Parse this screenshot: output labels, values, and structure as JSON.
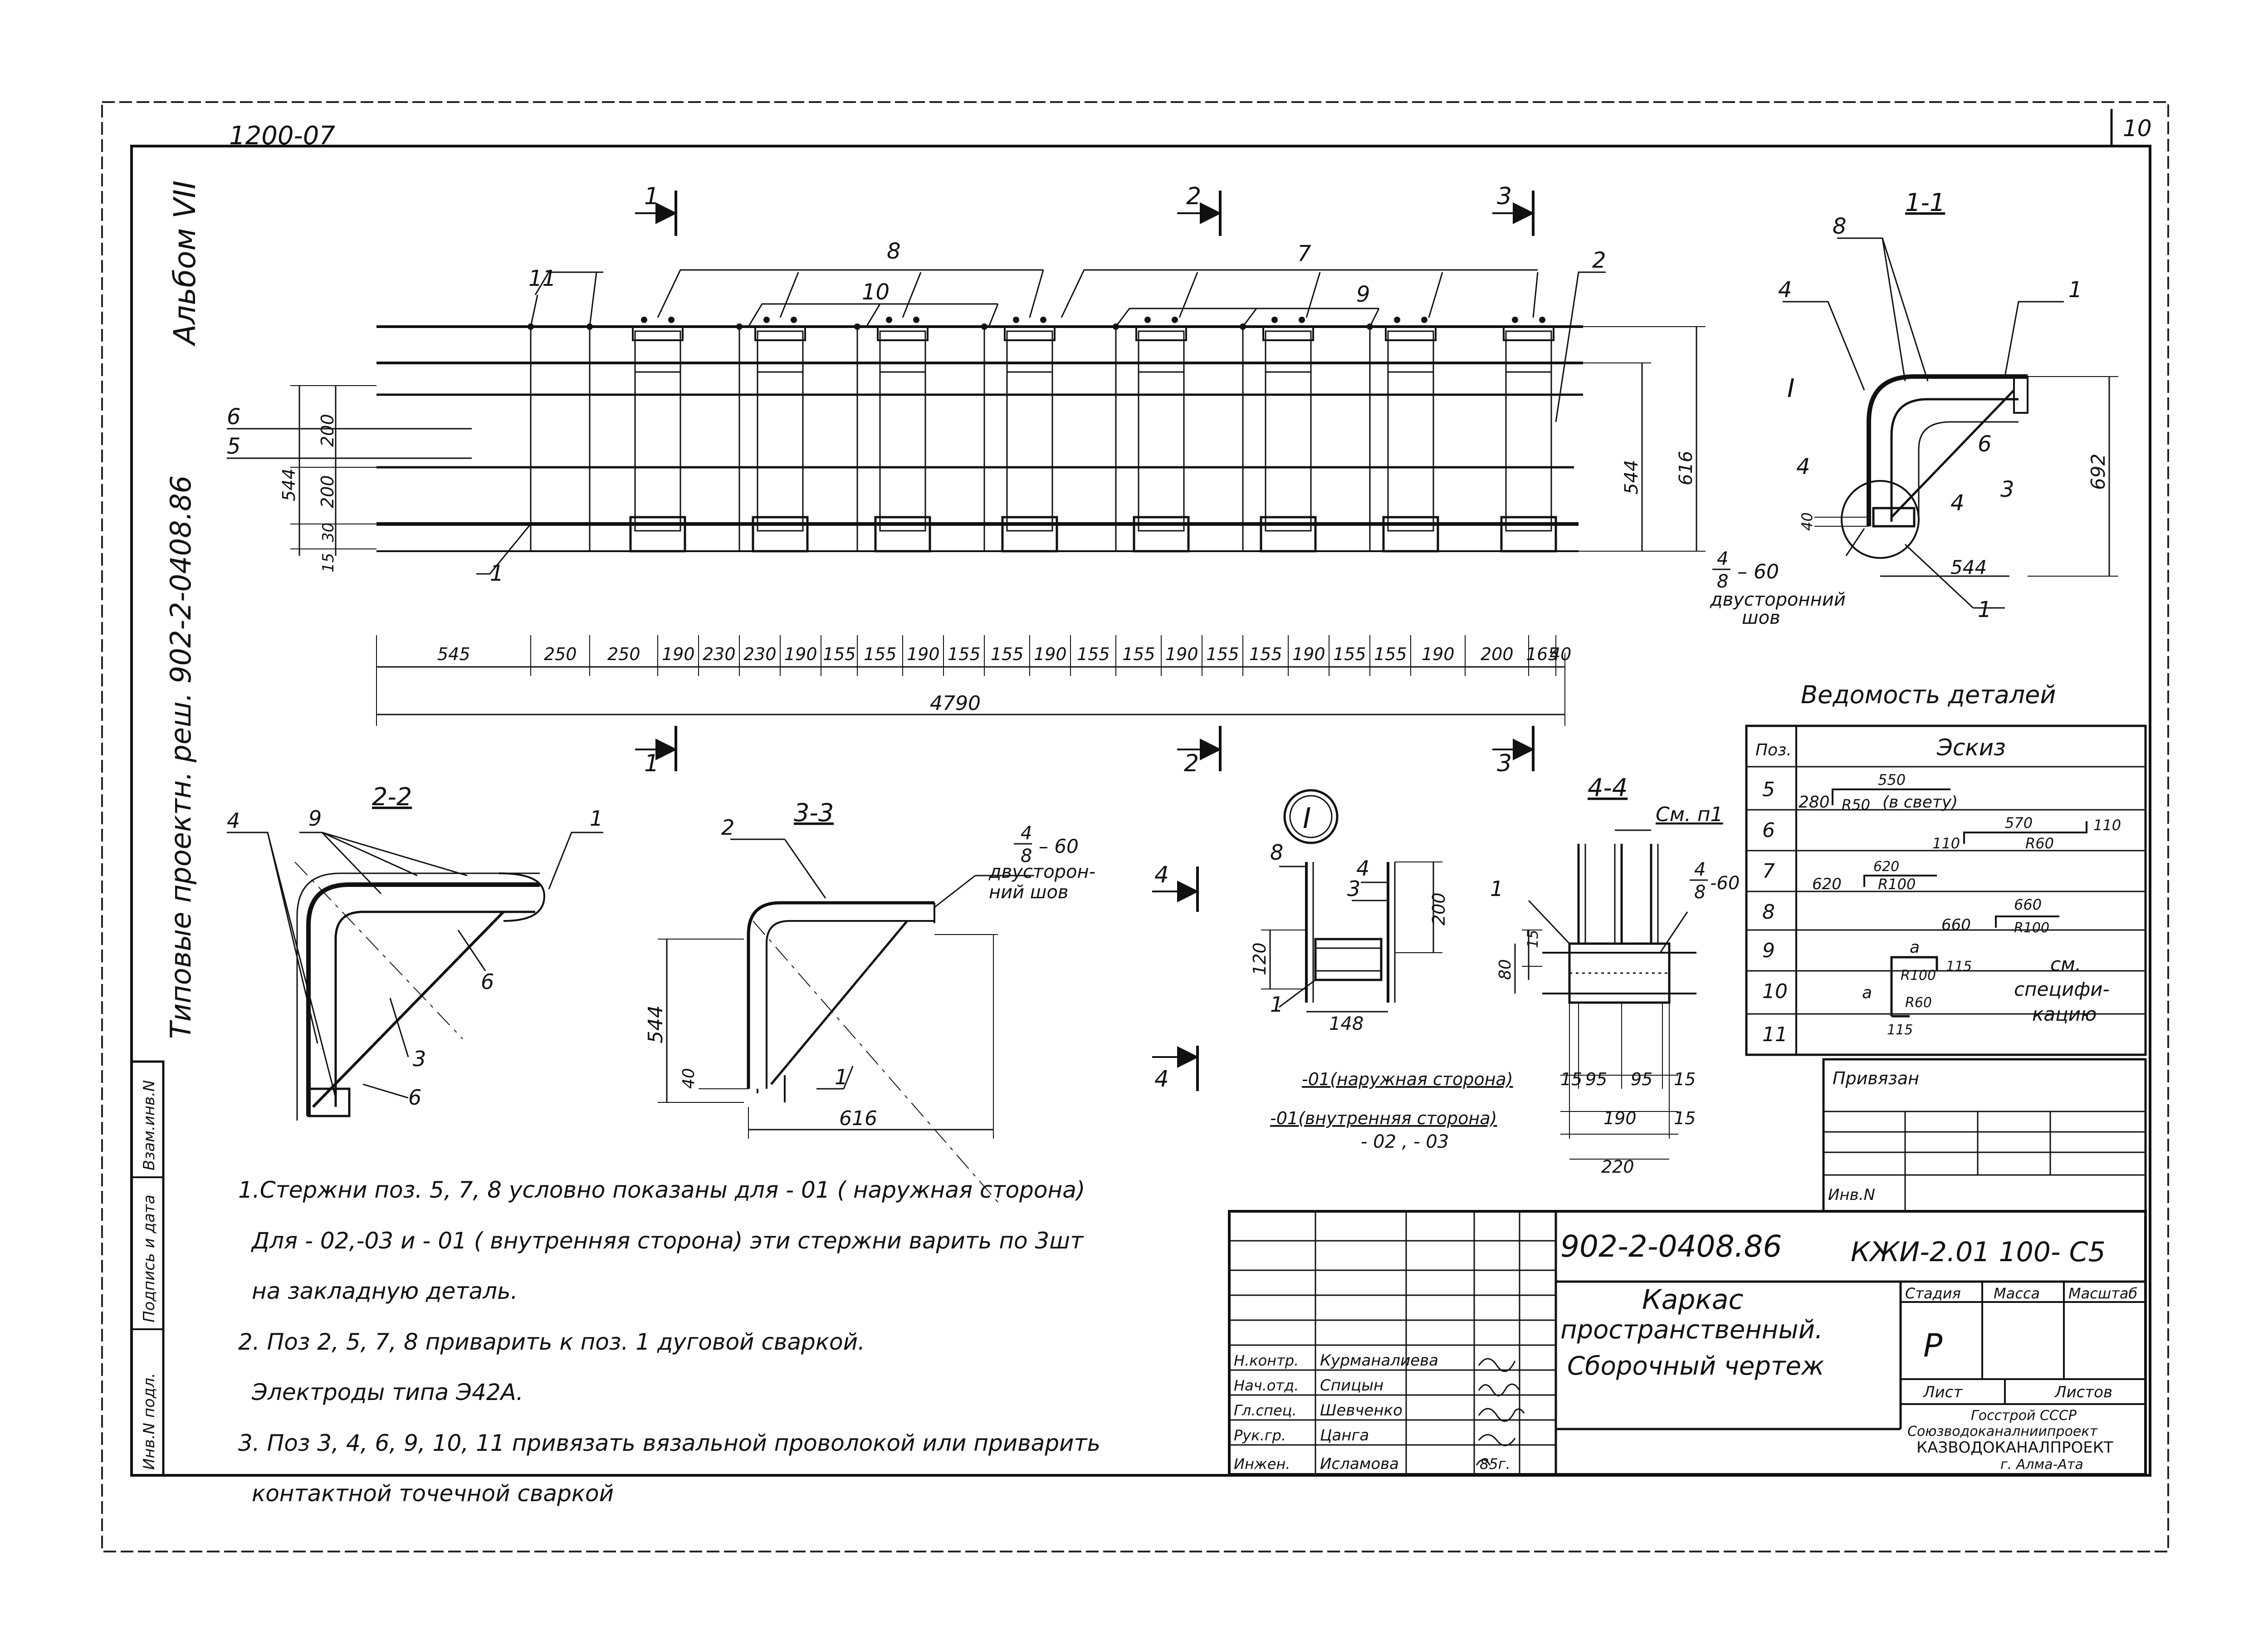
{
  "header": {
    "project_code": "1200-07",
    "sheet_number": "10",
    "side_title": "Типовые проектн. реш. 902-2-0408.86",
    "album": "Альбом VII"
  },
  "main_view": {
    "section_marks": [
      "1",
      "2",
      "3"
    ],
    "position_labels": [
      "11",
      "8",
      "10",
      "7",
      "9",
      "2",
      "6",
      "5",
      "1"
    ],
    "vertical_dims": [
      "200",
      "544",
      "200",
      "30",
      "15"
    ],
    "right_dims": [
      "544",
      "616"
    ],
    "spacing_dims": [
      "545",
      "250",
      "250",
      "190",
      "230",
      "230",
      "190",
      "155",
      "155",
      "190",
      "155",
      "155",
      "190",
      "155",
      "155",
      "190",
      "155",
      "155",
      "190",
      "155",
      "155",
      "190",
      "200",
      "165",
      "40"
    ],
    "overall_length": "4790"
  },
  "section_1_1": {
    "title": "1-1",
    "labels": [
      "8",
      "4",
      "1",
      "I",
      "4",
      "6",
      "3",
      "4",
      "1"
    ],
    "dims": [
      "40",
      "544",
      "692"
    ],
    "weld_num": "4",
    "weld_den": "8",
    "weld_len": "– 60",
    "weld_note_line1": "двусторонний",
    "weld_note_line2": "шов"
  },
  "details_table": {
    "title": "Ведомость деталей",
    "col_pos": "Поз.",
    "col_sketch": "Эскиз",
    "positions": [
      "5",
      "6",
      "7",
      "8",
      "9",
      "10",
      "11"
    ],
    "sketch_5": "280",
    "sketch_5_top": "550",
    "sketch_5_r": "R50",
    "sketch_5_note": "(в свету)",
    "sketch_6_a": "110",
    "sketch_6_b": "570",
    "sketch_6_c": "110",
    "sketch_6_r": "R60",
    "sketch_7_a": "620",
    "sketch_7_b": "620",
    "sketch_7_r": "R100",
    "sketch_8_a": "660",
    "sketch_8_b": "660",
    "sketch_8_r": "R100",
    "sketch_9_a": "a",
    "sketch_9_a2": "a",
    "sketch_9_115a": "115",
    "sketch_9_115b": "115",
    "sketch_9_r100": "R100",
    "sketch_9_r60": "R60",
    "spec_note_1": "см.",
    "spec_note_2": "специфи-",
    "spec_note_3": "кацию"
  },
  "section_2_2": {
    "title": "2-2",
    "labels": [
      "4",
      "9",
      "1",
      "6",
      "3",
      "6"
    ]
  },
  "section_3_3": {
    "title": "3-3",
    "labels": [
      "2",
      "1"
    ],
    "dims": [
      "544",
      "40",
      "616"
    ],
    "weld_num": "4",
    "weld_den": "8",
    "weld_len": "– 60",
    "weld_note_line1": "двусторон-",
    "weld_note_line2": "ний шов"
  },
  "node_I": {
    "mark": "I",
    "labels": [
      "8",
      "4",
      "3",
      "1"
    ],
    "dims": [
      "200",
      "120",
      "148"
    ],
    "section_mark": "4"
  },
  "section_4_4": {
    "title": "4-4",
    "see_note": "См. п1",
    "labels": [
      "1"
    ],
    "weld_num": "4",
    "weld_den": "8",
    "weld_len": "-60",
    "dims": [
      "15",
      "80",
      "15",
      "95",
      "95",
      "15",
      "190",
      "15",
      "220"
    ],
    "variant_outer": "-01(наружная сторона)",
    "variant_inner": "-01(внутренняя сторона)",
    "variant_other": "- 02 , - 03"
  },
  "notes": [
    "1.Стержни поз. 5, 7, 8 условно показаны для - 01 ( наружная сторона)",
    "Для - 02,-03 и - 01 ( внутренняя сторона) эти стержни варить по 3шт",
    "на закладную деталь.",
    "2. Поз 2, 5, 7, 8 приварить к поз. 1 дуговой сваркой.",
    "Электроды типа Э42А.",
    "3. Поз 3, 4, 6, 9, 10, 11 привязать вязальной проволокой или приварить",
    "контактной точечной сваркой"
  ],
  "left_stamp": [
    "Взам.инв.N",
    "Подпись и дата",
    "Инв.N подл."
  ],
  "privyazan": {
    "title": "Привязан",
    "inv": "Инв.N"
  },
  "title_block": {
    "doc_code": "902-2-0408.86",
    "drawing_code": "КЖИ-2.01 100- С5",
    "name_line1": "Каркас",
    "name_line2": "пространственный.",
    "name_line3": "Сборочный чертеж",
    "col_stage": "Стадия",
    "col_mass": "Масса",
    "col_scale": "Масштаб",
    "stage": "Р",
    "sheet": "Лист",
    "sheets": "Листов",
    "org_line1": "Госстрой СССР",
    "org_line2": "Союзводоканалниипроект",
    "org_line3": "КАЗВОДОКАНАЛПРОЕКТ",
    "org_line4": "г. Алма-Ата",
    "roles": [
      "Н.контр.",
      "Нач.отд.",
      "Гл.спец.",
      "Рук.гр.",
      "Инжен."
    ],
    "names": [
      "Курманалиева",
      "Спицын",
      "Шевченко",
      "Цанга",
      "Исламова"
    ],
    "year": "85г."
  }
}
